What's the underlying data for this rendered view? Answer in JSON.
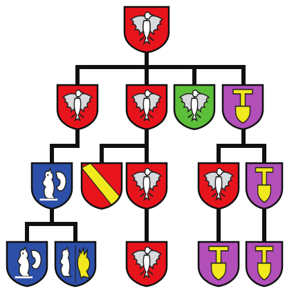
{
  "colors": {
    "background": "#ffffff",
    "line": "#111111",
    "red": "#e8141c",
    "green": "#5cbf3a",
    "blue": "#2c4fa8",
    "purple": "#b24fb8",
    "yellow": "#f2e81e",
    "silver": "#d7d9dc",
    "white": "#ffffff"
  },
  "tree": {
    "description_icons": [
      "eagle",
      "squirrel",
      "bend",
      "shovel",
      "lion-rampant"
    ],
    "shields": [
      {
        "name": "shield-root",
        "field": "red",
        "charge": "eagle"
      },
      {
        "name": "shield-gen1-a",
        "field": "red",
        "charge": "eagle"
      },
      {
        "name": "shield-gen1-b",
        "field": "red",
        "charge": "eagle"
      },
      {
        "name": "shield-gen1-c",
        "field": "green",
        "charge": "eagle"
      },
      {
        "name": "shield-gen1-d",
        "field": "purple",
        "charge": "shovel"
      },
      {
        "name": "shield-gen2-a",
        "field": "blue",
        "charge": "squirrel"
      },
      {
        "name": "shield-gen2-b",
        "field": "red",
        "charge": "bend"
      },
      {
        "name": "shield-gen2-c",
        "field": "red",
        "charge": "eagle"
      },
      {
        "name": "shield-gen2-d",
        "field": "red",
        "charge": "eagle"
      },
      {
        "name": "shield-gen2-e",
        "field": "purple",
        "charge": "shovel"
      },
      {
        "name": "shield-gen3-a",
        "field": "blue",
        "charge": "squirrel"
      },
      {
        "name": "shield-gen3-b",
        "field": "blue",
        "charge": "squirrel-lion"
      },
      {
        "name": "shield-gen3-c",
        "field": "red",
        "charge": "eagle"
      },
      {
        "name": "shield-gen3-d",
        "field": "purple",
        "charge": "shovel"
      },
      {
        "name": "shield-gen3-e",
        "field": "purple",
        "charge": "shovel"
      }
    ]
  }
}
